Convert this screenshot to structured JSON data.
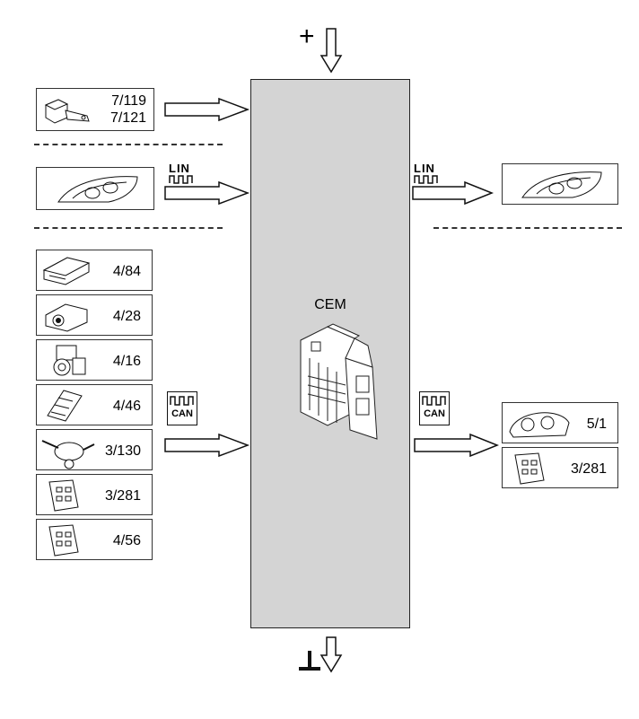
{
  "power_symbol": "+",
  "cem": {
    "label": "CEM"
  },
  "left_inputs": {
    "top_sensor": {
      "line1": "7/119",
      "line2": "7/121"
    },
    "can_modules": [
      {
        "label": "4/84",
        "icon": "control-module-icon"
      },
      {
        "label": "4/28",
        "icon": "camera-module-icon"
      },
      {
        "label": "4/16",
        "icon": "camera-icon"
      },
      {
        "label": "4/46",
        "icon": "circuit-board-icon"
      },
      {
        "label": "3/130",
        "icon": "steering-switch-icon"
      },
      {
        "label": "3/281",
        "icon": "control-panel-icon"
      },
      {
        "label": "4/56",
        "icon": "control-panel-icon"
      }
    ]
  },
  "right_outputs": {
    "can_modules": [
      {
        "label": "5/1",
        "icon": "instrument-cluster-icon"
      },
      {
        "label": "3/281",
        "icon": "control-panel-icon"
      }
    ]
  },
  "bus_labels": {
    "lin_left": "LIN",
    "lin_right": "LIN",
    "can_left": "CAN",
    "can_right": "CAN"
  }
}
